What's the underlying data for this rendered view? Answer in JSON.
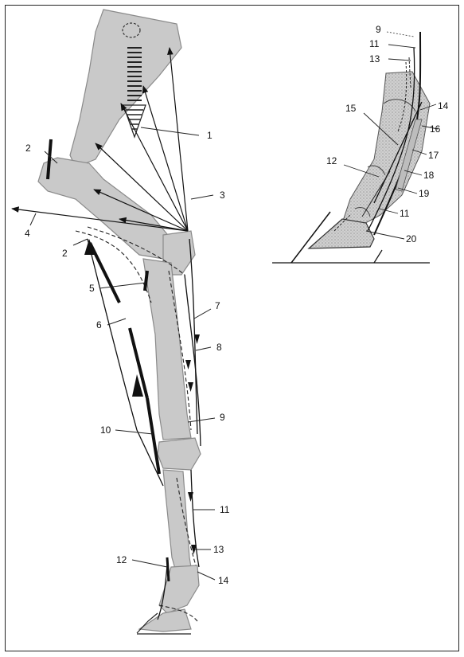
{
  "figure": {
    "main_labels": [
      "1",
      "2",
      "3",
      "4",
      "2",
      "5",
      "6",
      "7",
      "8",
      "9",
      "10",
      "11",
      "12",
      "13",
      "14"
    ],
    "inset_labels": [
      "9",
      "11",
      "13",
      "14",
      "15",
      "16",
      "12",
      "17",
      "18",
      "19",
      "11",
      "20"
    ]
  },
  "colors": {
    "bone_fill": "#c9c9c9",
    "bone_stroke": "#8a8a8a",
    "line": "#111111",
    "texture": "#b8b8b8"
  }
}
